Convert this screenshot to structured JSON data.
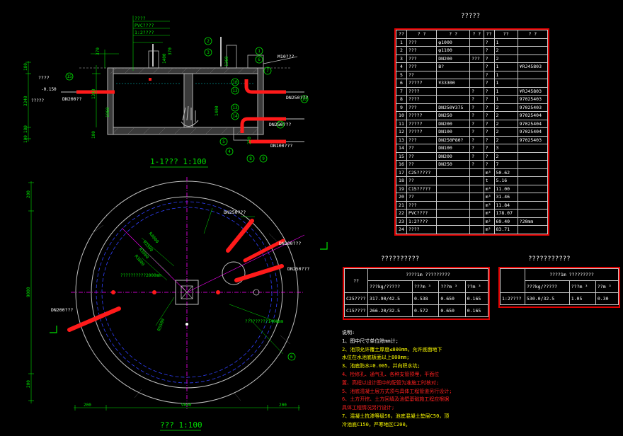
{
  "colors": {
    "background": "#000000",
    "frame": "#e00000",
    "green": "#00e000",
    "yellow": "#ffff00",
    "magenta": "#ff00ff",
    "blue": "#3040ff",
    "grey": "#c0c0c0",
    "cyan": "#00d0d0"
  },
  "section": {
    "title": "1-1??? 1:100",
    "legend_labels": [
      "????",
      "PVC????",
      "1:2????"
    ],
    "callouts": [
      "1",
      "2",
      "3",
      "4",
      "5",
      "6",
      "7",
      "8",
      "9",
      "10",
      "11",
      "12",
      "13",
      "14",
      "15",
      "16"
    ],
    "dims": [
      "370",
      "370",
      "180",
      "3340",
      "180",
      "100",
      "100",
      "1340",
      "1960",
      "1400",
      "1400",
      "1360",
      "250"
    ],
    "labels": {
      "inlet": "????",
      "inlet_pipe": "DN200??",
      "outlet": "DN250???",
      "overflow": "DN250???",
      "drain": "DN100???",
      "left_note": "?????",
      "elev": "-0.150",
      "top_label": "M10???"
    }
  },
  "plan": {
    "title": "??? 1:100",
    "labels": {
      "dn250": "DN250???",
      "dn100": "DN100???",
      "dn250b": "DN250???",
      "dn200": "DN200???",
      "diam": "??????????2000mm",
      "bottom": "?????????1400mm",
      "r1": "R4000",
      "r2": "R3500",
      "r3": "R3900",
      "r4": "R3800",
      "r5": "R5500"
    },
    "dims": {
      "left": "9000",
      "bottom": "9000",
      "b1": "200",
      "b2": "200",
      "l1": "200",
      "l2": "200"
    },
    "callout": "6"
  },
  "materials": {
    "title": "?????",
    "headers": [
      "??",
      "?  ?",
      "?  ?",
      "?  ?",
      "??",
      "??",
      "?  ?"
    ],
    "rows": [
      [
        "1",
        "???",
        "φ1000",
        "",
        "?",
        "1",
        ""
      ],
      [
        "2",
        "???",
        "φ1100",
        "",
        "?",
        "2",
        ""
      ],
      [
        "3",
        "???",
        "DN200",
        "???",
        "?",
        "2",
        ""
      ],
      [
        "4",
        "???",
        "B?",
        "",
        "?",
        "1",
        "¥RJ45803"
      ],
      [
        "5",
        "??",
        "",
        "",
        "?",
        "1",
        ""
      ],
      [
        "6",
        "?????",
        "¥33300",
        "",
        "?",
        "1",
        ""
      ],
      [
        "7",
        "????",
        "",
        "?",
        "?",
        "1",
        "¥RJ45803"
      ],
      [
        "8",
        "????",
        "",
        "?",
        "?",
        "1",
        "97025403"
      ],
      [
        "9",
        "???",
        "DN250¥375",
        "?",
        "?",
        "2",
        "97025403"
      ],
      [
        "10",
        "?????",
        "DN250",
        "?",
        "?",
        "2",
        "97025404"
      ],
      [
        "11",
        "?????",
        "DN200",
        "?",
        "?",
        "2",
        "97025404"
      ],
      [
        "12",
        "?????",
        "DN100",
        "?",
        "?",
        "2",
        "97025404"
      ],
      [
        "13",
        "???",
        "DN250P80?",
        "?",
        "?",
        "2",
        "97025403"
      ],
      [
        "14",
        "??",
        "DN100",
        "?",
        "?",
        "3",
        ""
      ],
      [
        "15",
        "??",
        "DN200",
        "?",
        "?",
        "2",
        ""
      ],
      [
        "16",
        "??",
        "DN250",
        "?",
        "?",
        "7",
        ""
      ],
      [
        "17",
        "C25?????",
        "",
        "",
        "m³",
        "50.62",
        ""
      ],
      [
        "18",
        "??",
        "",
        "",
        "t",
        "5.16",
        ""
      ],
      [
        "19",
        "C15?????",
        "",
        "",
        "m³",
        "11.00",
        ""
      ],
      [
        "20",
        "??",
        "",
        "",
        "m³",
        "31.46",
        ""
      ],
      [
        "21",
        "???",
        "",
        "",
        "m³",
        "11.84",
        ""
      ],
      [
        "22",
        "PVC????",
        "",
        "",
        "m²",
        "178.07",
        ""
      ],
      [
        "23",
        "1:2????",
        "",
        "",
        "m²",
        "69.40",
        "?20mm"
      ],
      [
        "24",
        "????",
        "",
        "",
        "m²",
        "83.71",
        ""
      ]
    ]
  },
  "mix1": {
    "title": "??????????",
    "head_left": "??",
    "head_group": "????1m ?????????",
    "subheads": [
      "???kg/?????",
      "???m ³",
      "???m ³",
      "??m ³"
    ],
    "rows": [
      [
        "C25????",
        "317.90/42.5",
        "0.538",
        "0.650",
        "0.165"
      ],
      [
        "C15????",
        "266.20/32.5",
        "0.572",
        "0.650",
        "0.165"
      ]
    ]
  },
  "mix2": {
    "title": "???????????",
    "head_group": "????1m ?????????",
    "subheads": [
      "???kg/?????",
      "???m ³",
      "??m ³"
    ],
    "rows": [
      [
        "1:2????",
        "530.0/32.5",
        "1.05",
        "0.30"
      ]
    ]
  },
  "notes": {
    "title": "说明:",
    "lines": [
      "1、图中尺寸单位除mm计;",
      "2、池顶允许覆土厚度≤800mm，允许底面地下",
      "水位在水池底板面以上800mm;",
      "3、池底防水=0.005，并向积水坑;",
      "4、检修孔、通气孔、各种支管预埋，平面位",
      "置、高程以设计图中的配管为准施工时核对;",
      "5、池底混凝土层方式须与具体工程管道另行设计;",
      "6、土方开挖、土方回填及池壁基础施工程应根据",
      "具体工程情况另行设计;",
      "7、混凝土抗渗等级S6，池底混凝土垫层C50，顶",
      "冷池底C150，严寒地区C200。"
    ]
  }
}
